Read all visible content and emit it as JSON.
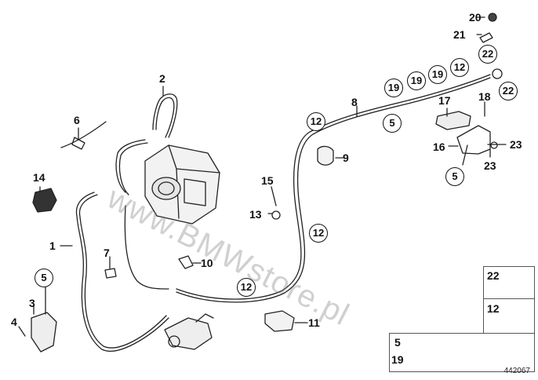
{
  "diagram": {
    "watermark": "www.BMWstore.pl",
    "diagram_number": "442067",
    "callouts": [
      {
        "id": "1",
        "circled": false
      },
      {
        "id": "2",
        "circled": false
      },
      {
        "id": "3",
        "circled": false
      },
      {
        "id": "4",
        "circled": false
      },
      {
        "id": "5",
        "circled": true
      },
      {
        "id": "5",
        "circled": true
      },
      {
        "id": "5",
        "circled": true
      },
      {
        "id": "6",
        "circled": false
      },
      {
        "id": "7",
        "circled": false
      },
      {
        "id": "8",
        "circled": false
      },
      {
        "id": "9",
        "circled": false
      },
      {
        "id": "10",
        "circled": false
      },
      {
        "id": "11",
        "circled": false
      },
      {
        "id": "12",
        "circled": true
      },
      {
        "id": "12",
        "circled": true
      },
      {
        "id": "12",
        "circled": true
      },
      {
        "id": "12",
        "circled": true
      },
      {
        "id": "13",
        "circled": false
      },
      {
        "id": "14",
        "circled": false
      },
      {
        "id": "15",
        "circled": false
      },
      {
        "id": "16",
        "circled": false
      },
      {
        "id": "17",
        "circled": false
      },
      {
        "id": "18",
        "circled": false
      },
      {
        "id": "19",
        "circled": true
      },
      {
        "id": "19",
        "circled": true
      },
      {
        "id": "19",
        "circled": true
      },
      {
        "id": "20",
        "circled": false
      },
      {
        "id": "21",
        "circled": false
      },
      {
        "id": "22",
        "circled": true
      },
      {
        "id": "22",
        "circled": true
      },
      {
        "id": "23",
        "circled": false
      },
      {
        "id": "23",
        "circled": false
      }
    ],
    "legend": {
      "ring_label": "22",
      "clip_label": "12",
      "tie_labels": [
        "5",
        "19"
      ]
    }
  }
}
